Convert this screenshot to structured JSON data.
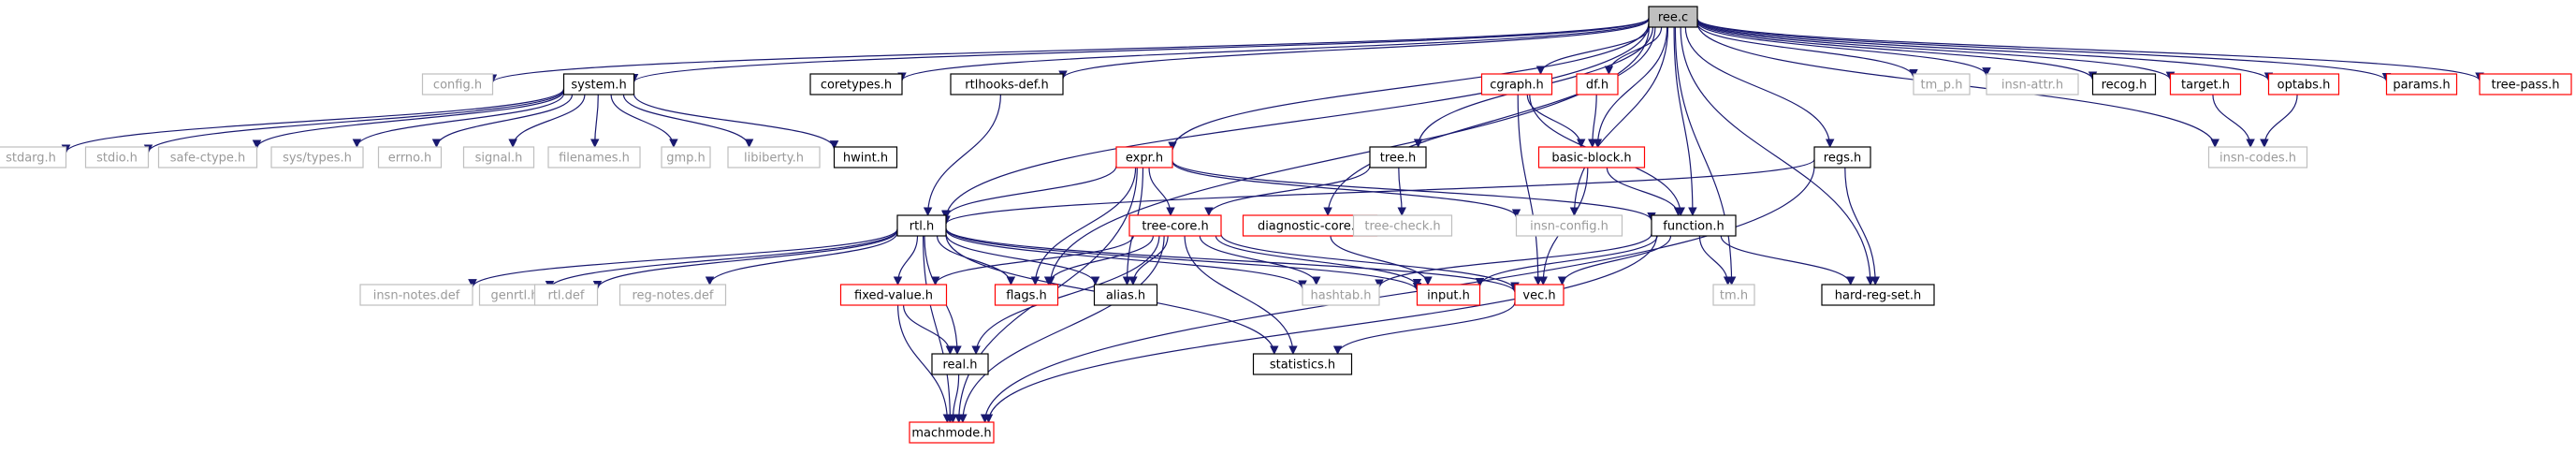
{
  "nodes": [
    {
      "id": "ree_c",
      "label": "ree.c",
      "style": "root"
    },
    {
      "id": "config_h",
      "label": "config.h",
      "style": "gray"
    },
    {
      "id": "system_h",
      "label": "system.h",
      "style": "black"
    },
    {
      "id": "coretypes_h",
      "label": "coretypes.h",
      "style": "black"
    },
    {
      "id": "rtlhooks_def_h",
      "label": "rtlhooks-def.h",
      "style": "black"
    },
    {
      "id": "cgraph_h",
      "label": "cgraph.h",
      "style": "red"
    },
    {
      "id": "df_h",
      "label": "df.h",
      "style": "red"
    },
    {
      "id": "tm_p_h",
      "label": "tm_p.h",
      "style": "gray"
    },
    {
      "id": "insn_attr_h",
      "label": "insn-attr.h",
      "style": "gray"
    },
    {
      "id": "recog_h",
      "label": "recog.h",
      "style": "black"
    },
    {
      "id": "target_h",
      "label": "target.h",
      "style": "red"
    },
    {
      "id": "optabs_h",
      "label": "optabs.h",
      "style": "red"
    },
    {
      "id": "params_h",
      "label": "params.h",
      "style": "red"
    },
    {
      "id": "tree_pass_h",
      "label": "tree-pass.h",
      "style": "red"
    },
    {
      "id": "stdarg_h",
      "label": "stdarg.h",
      "style": "gray"
    },
    {
      "id": "stdio_h",
      "label": "stdio.h",
      "style": "gray"
    },
    {
      "id": "safe_ctype_h",
      "label": "safe-ctype.h",
      "style": "gray"
    },
    {
      "id": "sys_types_h",
      "label": "sys/types.h",
      "style": "gray"
    },
    {
      "id": "errno_h",
      "label": "errno.h",
      "style": "gray"
    },
    {
      "id": "signal_h",
      "label": "signal.h",
      "style": "gray"
    },
    {
      "id": "filenames_h",
      "label": "filenames.h",
      "style": "gray"
    },
    {
      "id": "gmp_h",
      "label": "gmp.h",
      "style": "gray"
    },
    {
      "id": "libiberty_h",
      "label": "libiberty.h",
      "style": "gray"
    },
    {
      "id": "hwint_h",
      "label": "hwint.h",
      "style": "black"
    },
    {
      "id": "expr_h",
      "label": "expr.h",
      "style": "red"
    },
    {
      "id": "tree_h",
      "label": "tree.h",
      "style": "black"
    },
    {
      "id": "basic_block_h",
      "label": "basic-block.h",
      "style": "red"
    },
    {
      "id": "regs_h",
      "label": "regs.h",
      "style": "black"
    },
    {
      "id": "insn_codes_h",
      "label": "insn-codes.h",
      "style": "gray"
    },
    {
      "id": "rtl_h",
      "label": "rtl.h",
      "style": "black"
    },
    {
      "id": "tree_core_h",
      "label": "tree-core.h",
      "style": "red"
    },
    {
      "id": "diagnostic_core_h",
      "label": "diagnostic-core.h",
      "style": "red"
    },
    {
      "id": "tree_check_h",
      "label": "tree-check.h",
      "style": "gray"
    },
    {
      "id": "insn_config_h",
      "label": "insn-config.h",
      "style": "gray"
    },
    {
      "id": "function_h",
      "label": "function.h",
      "style": "black"
    },
    {
      "id": "insn_notes_def",
      "label": "insn-notes.def",
      "style": "gray"
    },
    {
      "id": "genrtl_h",
      "label": "genrtl.h",
      "style": "gray"
    },
    {
      "id": "rtl_def",
      "label": "rtl.def",
      "style": "gray"
    },
    {
      "id": "reg_notes_def",
      "label": "reg-notes.def",
      "style": "gray"
    },
    {
      "id": "fixed_value_h",
      "label": "fixed-value.h",
      "style": "red"
    },
    {
      "id": "flags_h",
      "label": "flags.h",
      "style": "red"
    },
    {
      "id": "alias_h",
      "label": "alias.h",
      "style": "black"
    },
    {
      "id": "hashtab_h",
      "label": "hashtab.h",
      "style": "gray"
    },
    {
      "id": "input_h",
      "label": "input.h",
      "style": "red"
    },
    {
      "id": "vec_h",
      "label": "vec.h",
      "style": "red"
    },
    {
      "id": "tm_h",
      "label": "tm.h",
      "style": "gray"
    },
    {
      "id": "hard_reg_set_h",
      "label": "hard-reg-set.h",
      "style": "black"
    },
    {
      "id": "real_h",
      "label": "real.h",
      "style": "black"
    },
    {
      "id": "statistics_h",
      "label": "statistics.h",
      "style": "black"
    },
    {
      "id": "machmode_h",
      "label": "machmode.h",
      "style": "red"
    }
  ],
  "edges": [
    [
      "ree_c",
      "config_h"
    ],
    [
      "ree_c",
      "system_h"
    ],
    [
      "ree_c",
      "coretypes_h"
    ],
    [
      "ree_c",
      "rtlhooks_def_h"
    ],
    [
      "ree_c",
      "cgraph_h"
    ],
    [
      "ree_c",
      "df_h"
    ],
    [
      "ree_c",
      "tm_p_h"
    ],
    [
      "ree_c",
      "insn_attr_h"
    ],
    [
      "ree_c",
      "recog_h"
    ],
    [
      "ree_c",
      "target_h"
    ],
    [
      "ree_c",
      "optabs_h"
    ],
    [
      "ree_c",
      "params_h"
    ],
    [
      "ree_c",
      "tree_pass_h"
    ],
    [
      "ree_c",
      "expr_h"
    ],
    [
      "ree_c",
      "tree_h"
    ],
    [
      "ree_c",
      "basic_block_h"
    ],
    [
      "ree_c",
      "regs_h"
    ],
    [
      "ree_c",
      "insn_codes_h"
    ],
    [
      "ree_c",
      "rtl_h"
    ],
    [
      "ree_c",
      "diagnostic_core_h"
    ],
    [
      "ree_c",
      "insn_config_h"
    ],
    [
      "ree_c",
      "function_h"
    ],
    [
      "ree_c",
      "flags_h"
    ],
    [
      "ree_c",
      "tm_h"
    ],
    [
      "ree_c",
      "hard_reg_set_h"
    ],
    [
      "system_h",
      "stdarg_h"
    ],
    [
      "system_h",
      "stdio_h"
    ],
    [
      "system_h",
      "safe_ctype_h"
    ],
    [
      "system_h",
      "sys_types_h"
    ],
    [
      "system_h",
      "errno_h"
    ],
    [
      "system_h",
      "signal_h"
    ],
    [
      "system_h",
      "filenames_h"
    ],
    [
      "system_h",
      "gmp_h"
    ],
    [
      "system_h",
      "libiberty_h"
    ],
    [
      "system_h",
      "hwint_h"
    ],
    [
      "rtlhooks_def_h",
      "rtl_h"
    ],
    [
      "cgraph_h",
      "basic_block_h"
    ],
    [
      "cgraph_h",
      "function_h"
    ],
    [
      "cgraph_h",
      "vec_h"
    ],
    [
      "df_h",
      "basic_block_h"
    ],
    [
      "target_h",
      "insn_codes_h"
    ],
    [
      "optabs_h",
      "insn_codes_h"
    ],
    [
      "expr_h",
      "rtl_h"
    ],
    [
      "expr_h",
      "tree_core_h"
    ],
    [
      "expr_h",
      "insn_config_h"
    ],
    [
      "expr_h",
      "function_h"
    ],
    [
      "expr_h",
      "flags_h"
    ],
    [
      "expr_h",
      "alias_h"
    ],
    [
      "expr_h",
      "machmode_h"
    ],
    [
      "tree_h",
      "tree_core_h"
    ],
    [
      "tree_h",
      "tree_check_h"
    ],
    [
      "basic_block_h",
      "function_h"
    ],
    [
      "basic_block_h",
      "vec_h"
    ],
    [
      "regs_h",
      "rtl_h"
    ],
    [
      "regs_h",
      "hard_reg_set_h"
    ],
    [
      "regs_h",
      "machmode_h"
    ],
    [
      "rtl_h",
      "insn_notes_def"
    ],
    [
      "rtl_h",
      "genrtl_h"
    ],
    [
      "rtl_h",
      "rtl_def"
    ],
    [
      "rtl_h",
      "reg_notes_def"
    ],
    [
      "rtl_h",
      "fixed_value_h"
    ],
    [
      "rtl_h",
      "flags_h"
    ],
    [
      "rtl_h",
      "alias_h"
    ],
    [
      "rtl_h",
      "hashtab_h"
    ],
    [
      "rtl_h",
      "input_h"
    ],
    [
      "rtl_h",
      "vec_h"
    ],
    [
      "rtl_h",
      "real_h"
    ],
    [
      "rtl_h",
      "statistics_h"
    ],
    [
      "rtl_h",
      "machmode_h"
    ],
    [
      "tree_core_h",
      "fixed_value_h"
    ],
    [
      "tree_core_h",
      "flags_h"
    ],
    [
      "tree_core_h",
      "alias_h"
    ],
    [
      "tree_core_h",
      "hashtab_h"
    ],
    [
      "tree_core_h",
      "input_h"
    ],
    [
      "tree_core_h",
      "vec_h"
    ],
    [
      "tree_core_h",
      "real_h"
    ],
    [
      "tree_core_h",
      "statistics_h"
    ],
    [
      "tree_core_h",
      "machmode_h"
    ],
    [
      "diagnostic_core_h",
      "input_h"
    ],
    [
      "function_h",
      "hashtab_h"
    ],
    [
      "function_h",
      "input_h"
    ],
    [
      "function_h",
      "vec_h"
    ],
    [
      "function_h",
      "tm_h"
    ],
    [
      "function_h",
      "hard_reg_set_h"
    ],
    [
      "function_h",
      "machmode_h"
    ],
    [
      "fixed_value_h",
      "real_h"
    ],
    [
      "fixed_value_h",
      "machmode_h"
    ],
    [
      "real_h",
      "machmode_h"
    ],
    [
      "vec_h",
      "statistics_h"
    ]
  ],
  "colors": {
    "edge": "#191970",
    "red_border": "#ff0000",
    "gray_border": "#bfbfbf",
    "black_border": "#000000",
    "root_fill": "#bfbfbf",
    "gray_text": "#9a9a9a"
  }
}
